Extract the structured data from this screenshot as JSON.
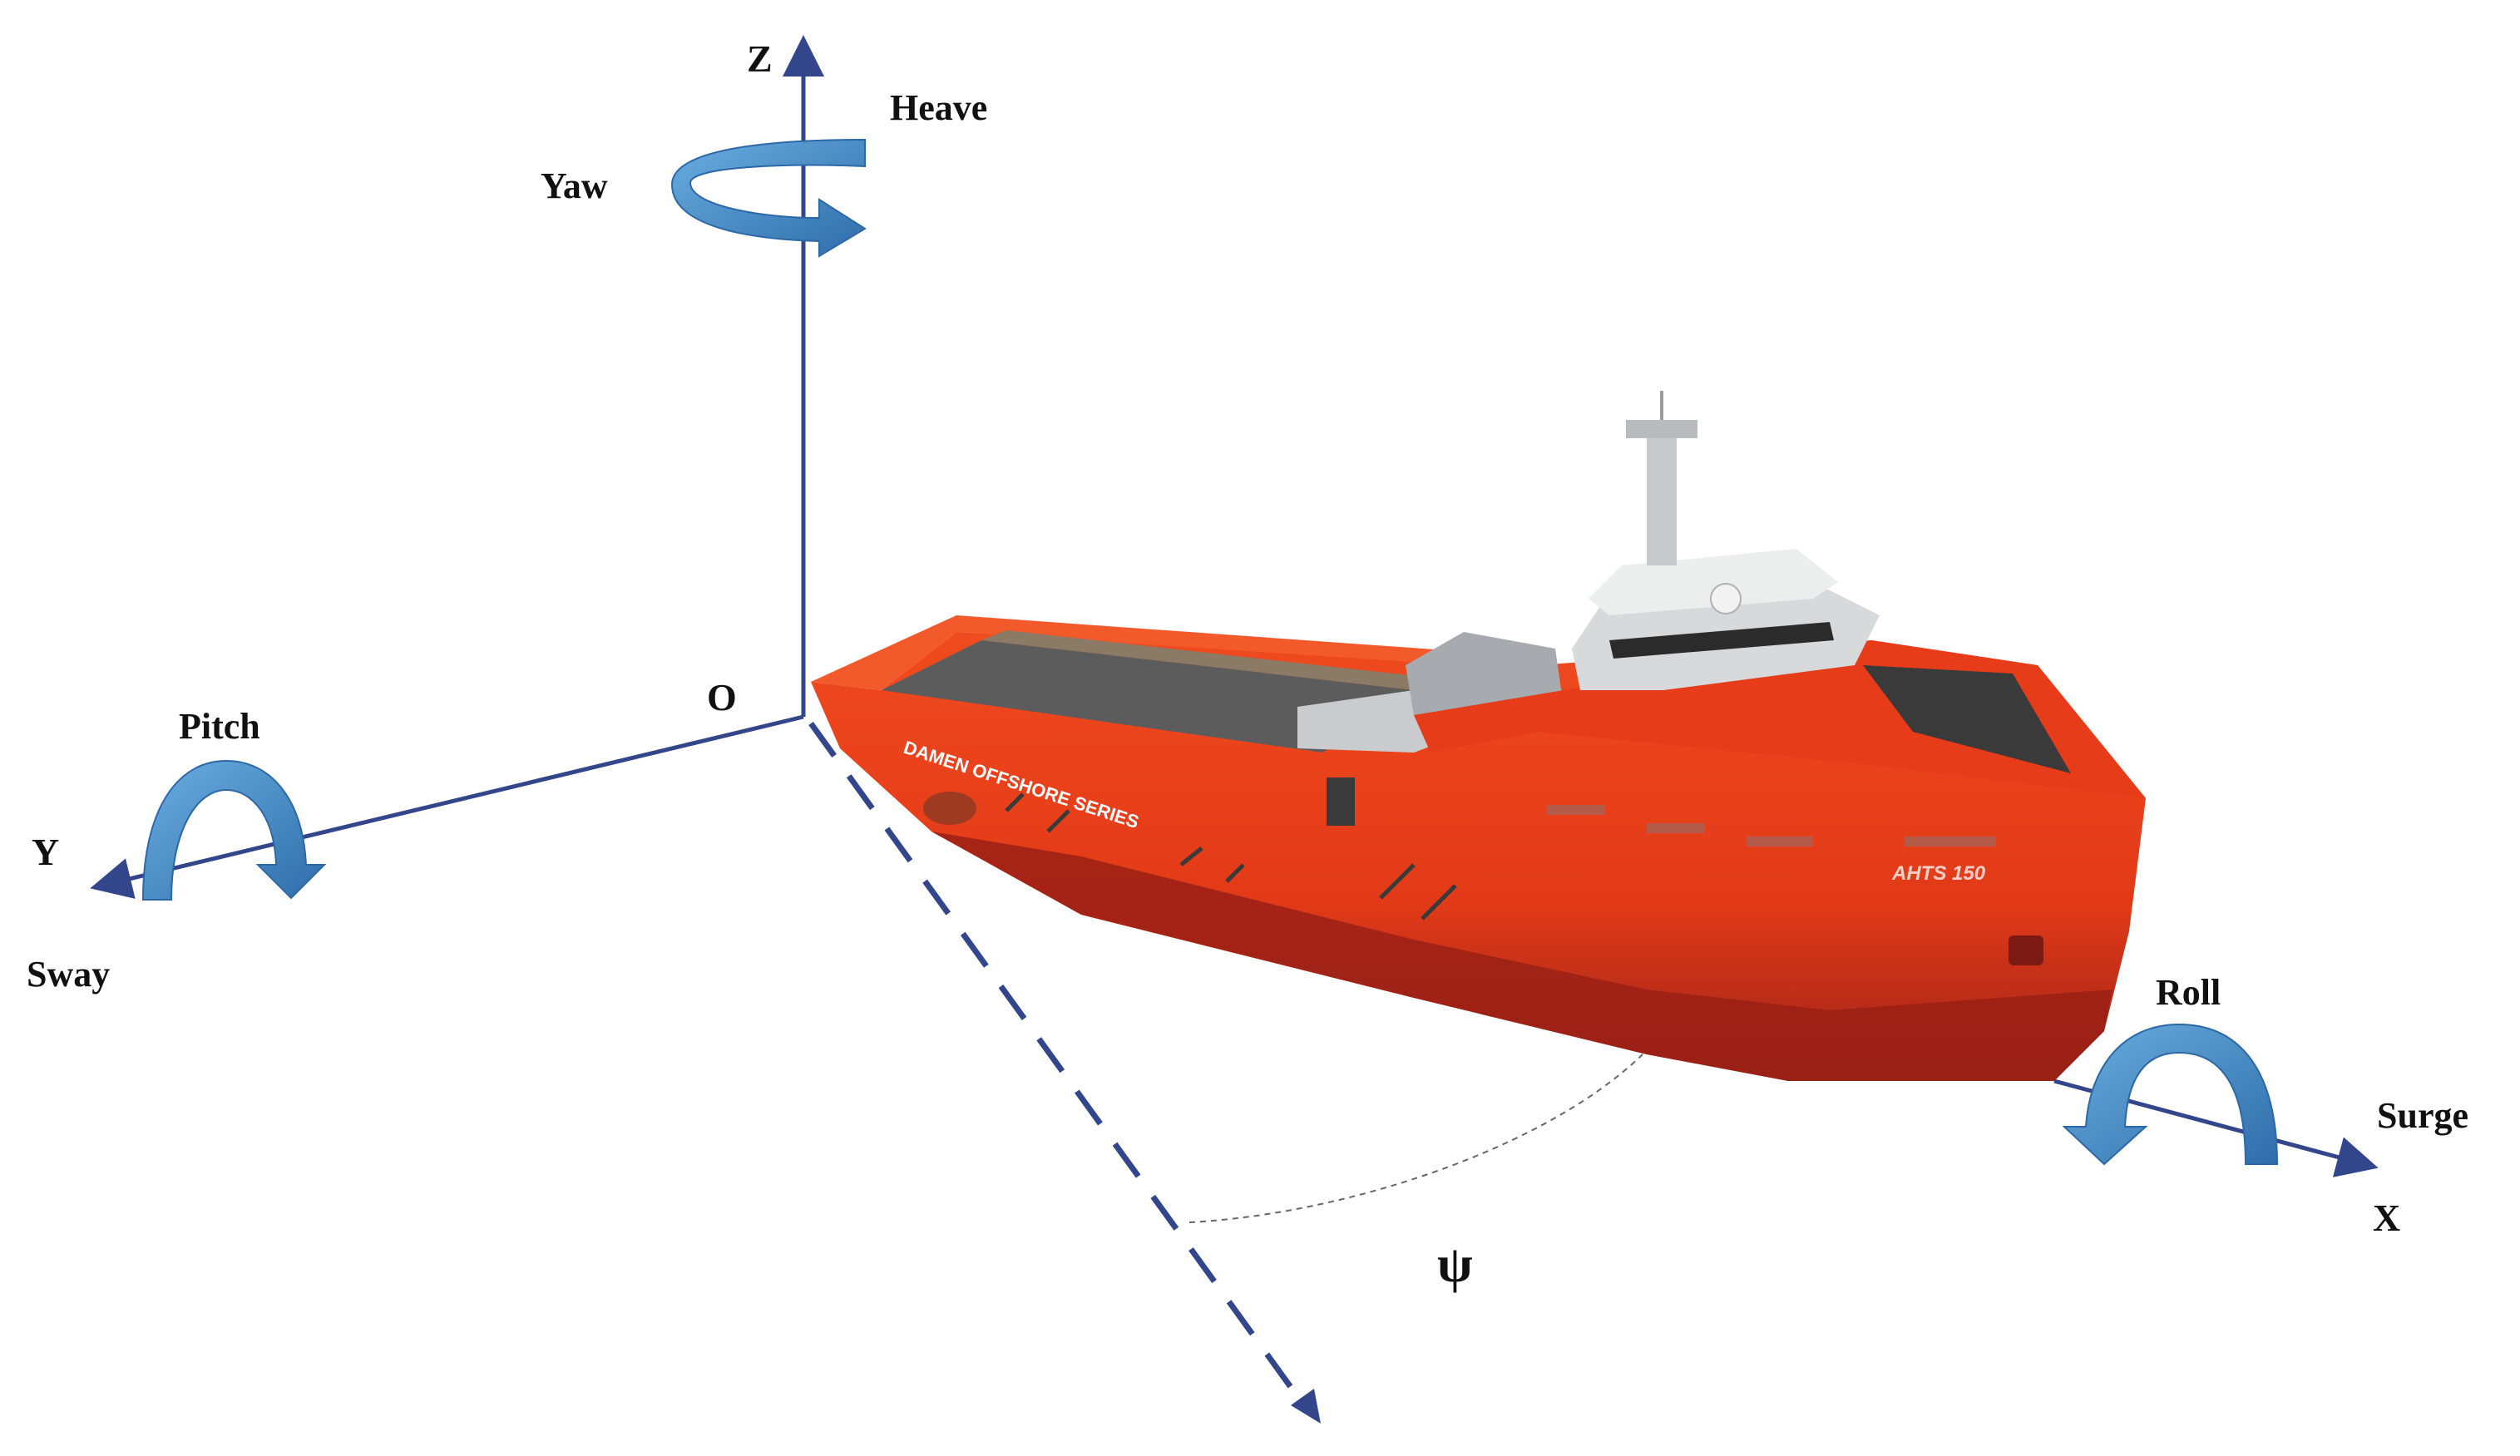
{
  "colors": {
    "axis": "#33468c",
    "rotation_arrow": "#4a8fcf",
    "rotation_arrow_dark": "#2c68a8",
    "hull": "#e8401c",
    "hull_lower": "#a8231a",
    "deck": "#5a5a5a",
    "superstructure": "#d9dadc",
    "window": "#2b2b2b"
  },
  "axes": {
    "origin": "O",
    "x": "X",
    "y": "Y",
    "z": "Z"
  },
  "motions": {
    "heave": "Heave",
    "yaw": "Yaw",
    "pitch": "Pitch",
    "sway": "Sway",
    "roll": "Roll",
    "surge": "Surge"
  },
  "heading_angle": "ψ",
  "vessel": {
    "hull_text_side": "DAMEN OFFSHORE SERIES",
    "hull_text_bow": "AHTS  150"
  },
  "icons": {
    "yaw": "curved-rotation-arrow-icon",
    "pitch": "curved-rotation-arrow-icon",
    "roll": "curved-rotation-arrow-icon"
  }
}
